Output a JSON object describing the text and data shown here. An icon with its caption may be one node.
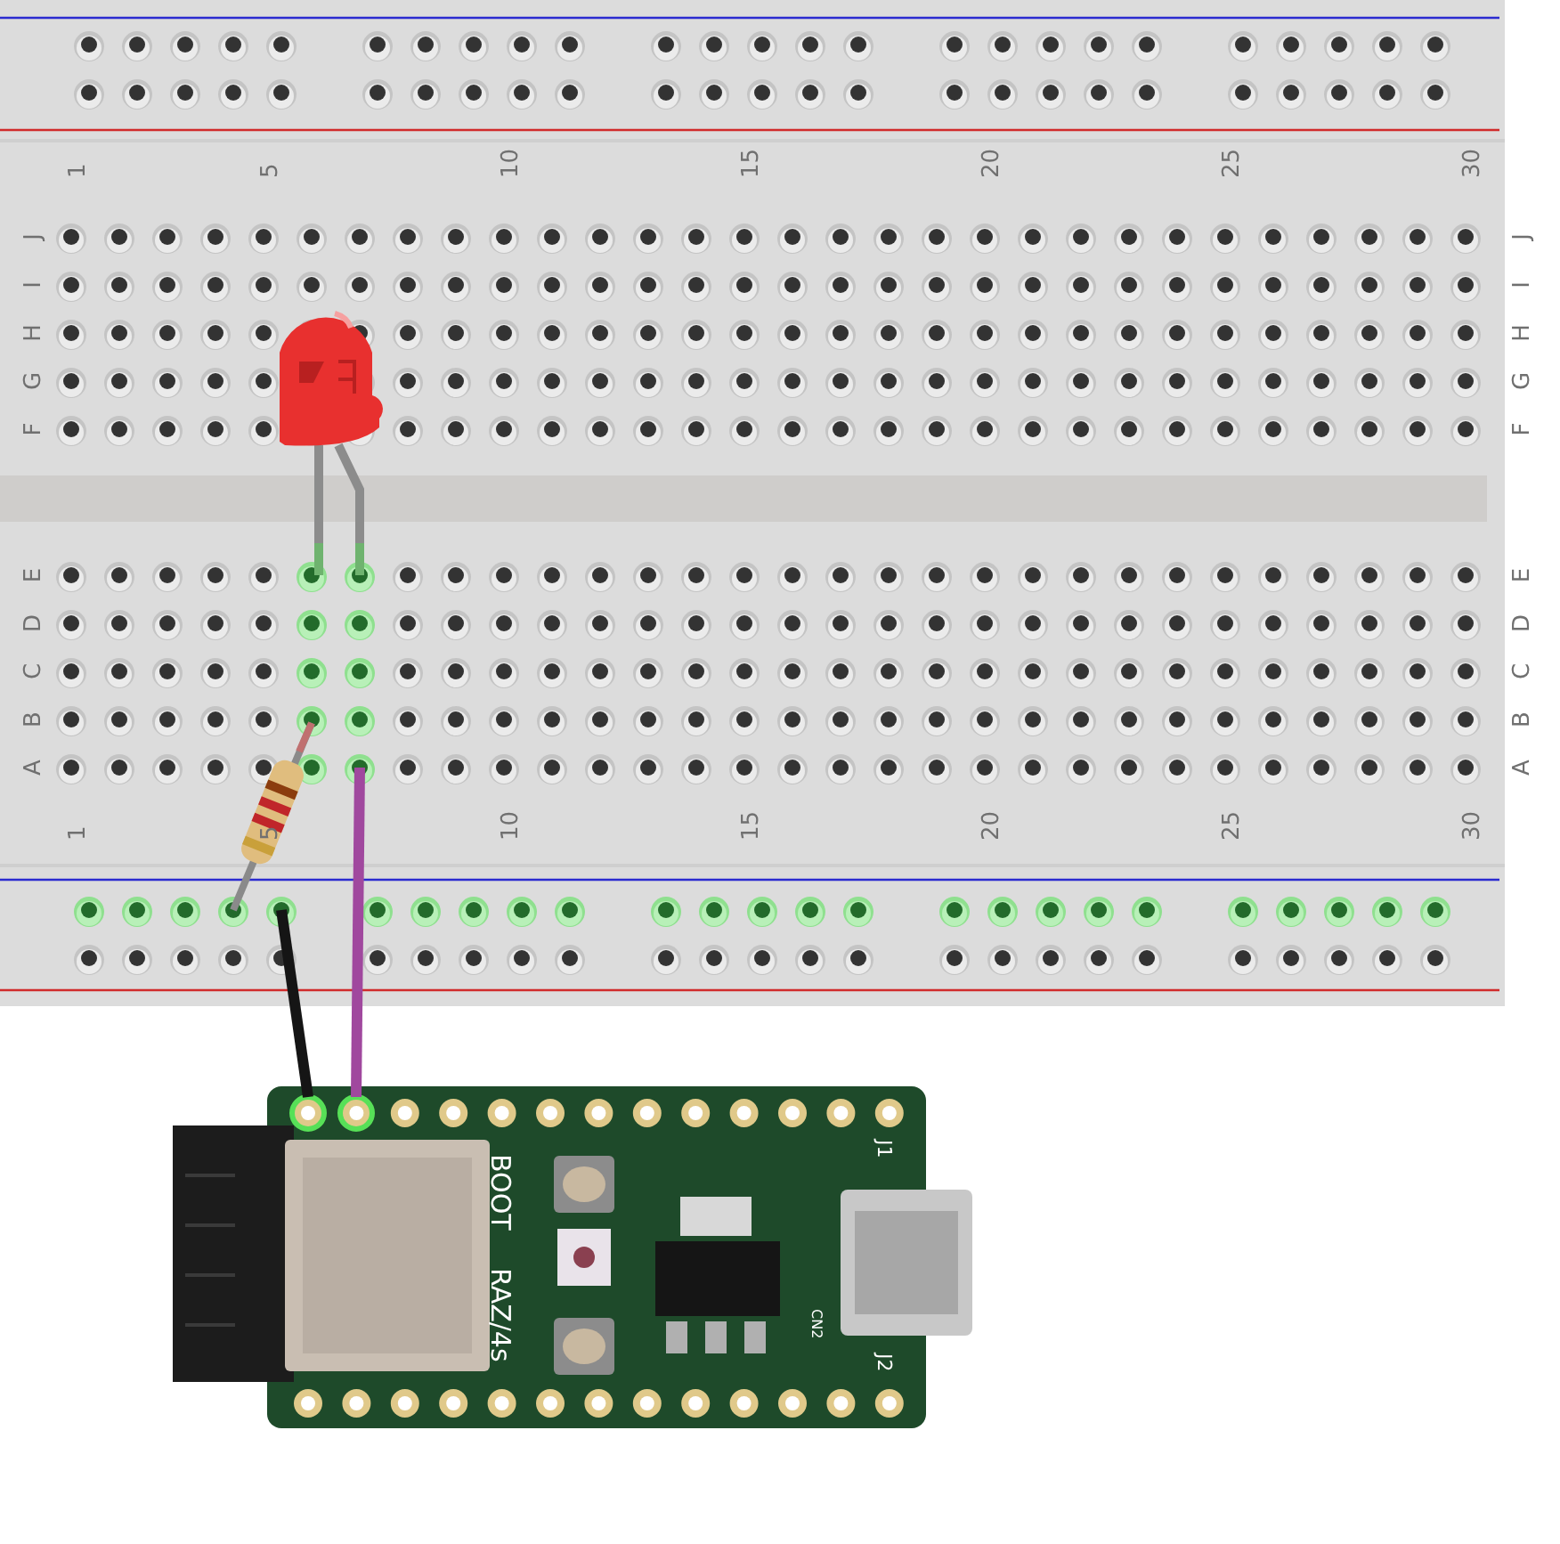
{
  "diagram": {
    "nodes": [
      {
        "text": [],
        "shape": "picture"
      },
      {
        "text": [],
        "shape": "picture"
      }
    ],
    "edges": [
      {
        "from": 0,
        "to": 1,
        "arrow": "none",
        "color": "#151515"
      },
      {
        "from": 0,
        "to": 1,
        "arrow": "none",
        "color": "#a0489e"
      }
    ],
    "labels": [
      "1",
      "5",
      "10",
      "15",
      "20",
      "25",
      "30",
      "J",
      "J",
      "I",
      "I",
      "H",
      "H",
      "G",
      "G",
      "F",
      "F",
      "E",
      "E",
      "D",
      "D",
      "C",
      "C",
      "B",
      "B",
      "A",
      "A",
      "1",
      "5",
      "10",
      "15",
      "20",
      "25",
      "30",
      "BOOT",
      "RAZ/4s",
      "J1",
      "CN2",
      "J2"
    ]
  }
}
